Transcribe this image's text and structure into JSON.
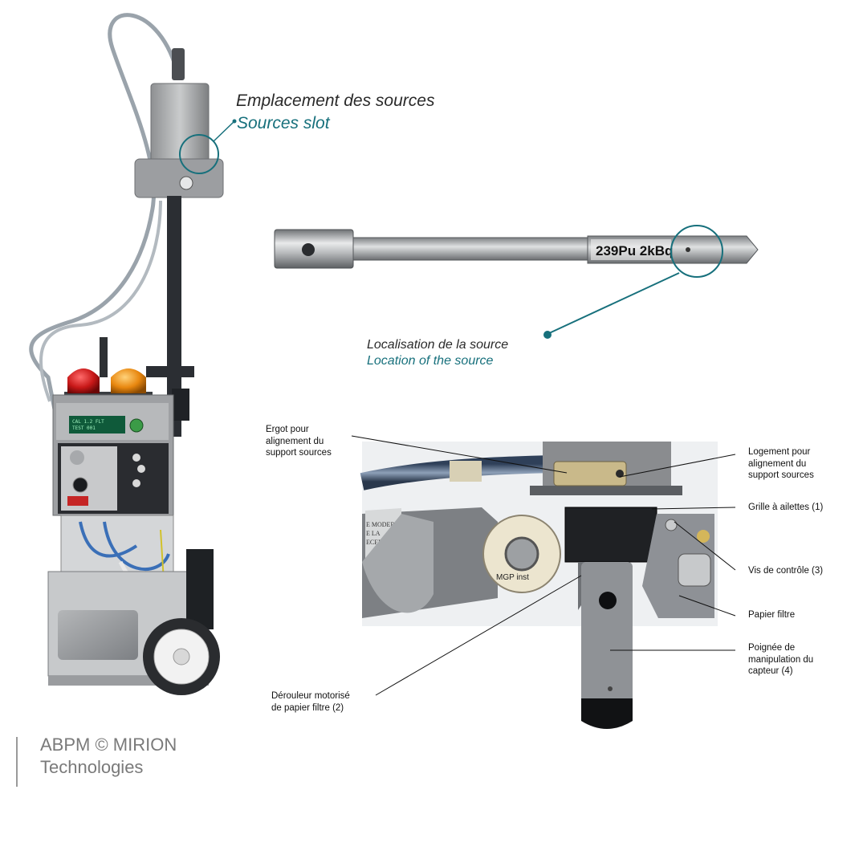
{
  "accent_color": "#17707c",
  "callouts": {
    "sources_slot": {
      "fr": "Emplacement des sources",
      "en": "Sources slot"
    },
    "source_location": {
      "fr": "Localisation de la source",
      "en": "Location of the source"
    }
  },
  "rod": {
    "engraving": "239Pu 2kBq"
  },
  "detector": {
    "front_label": "MGP inst",
    "housing_text": [
      "E MODERE",
      "E LA",
      "ECEPTRICE"
    ],
    "display_text": [
      "CAL 1.2 FLT",
      "TEST 001"
    ]
  },
  "labels": {
    "ergot": [
      "Ergot pour",
      "alignement du",
      "support sources"
    ],
    "logement": [
      "Logement pour",
      "alignement du",
      "support sources"
    ],
    "grille": [
      "Grille à ailettes (1)"
    ],
    "vis": [
      "Vis de contrôle (3)"
    ],
    "papier": [
      "Papier filtre"
    ],
    "poignee": [
      "Poignée de",
      "manipulation du",
      "capteur (4)"
    ],
    "derouleur": [
      "Dérouleur motorisé",
      "de papier filtre (2)"
    ]
  },
  "credit": {
    "line1": "ABPM © MIRION",
    "line2": "Technologies"
  }
}
